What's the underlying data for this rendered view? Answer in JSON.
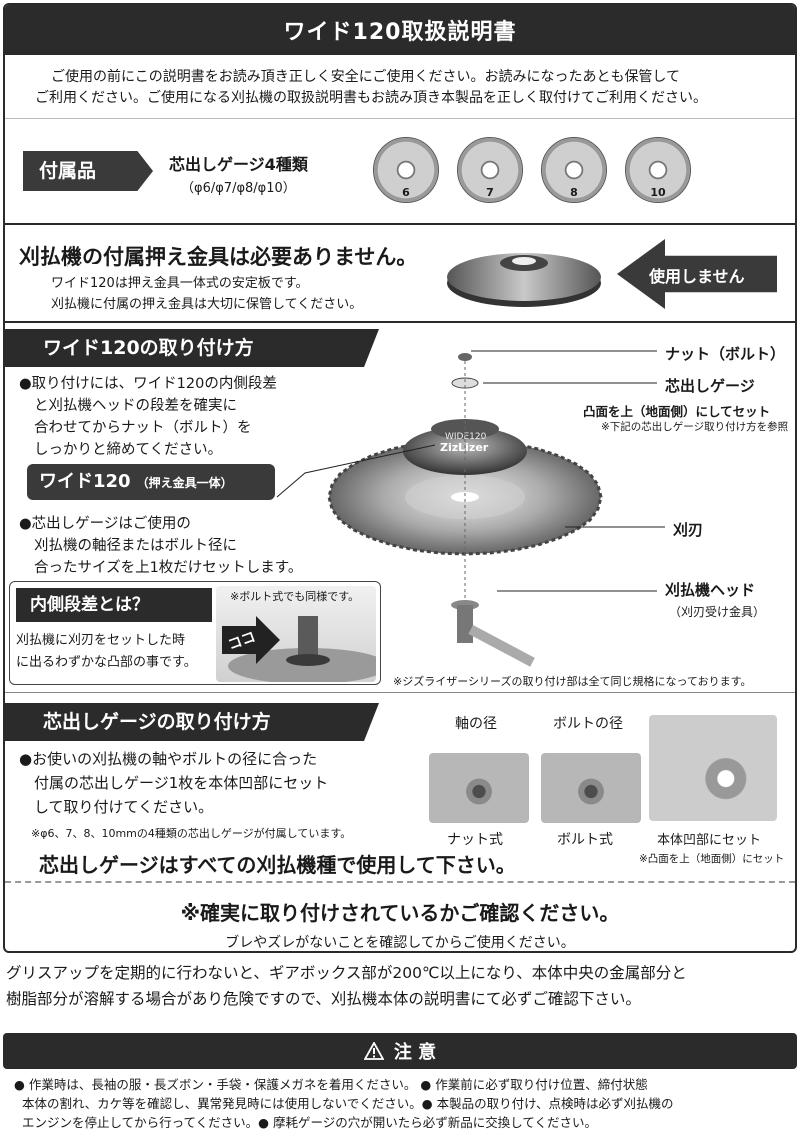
{
  "header": {
    "title": "ワイド120取扱説明書"
  },
  "intro": {
    "line1": "ご使用の前にこの説明書をお読み頂き正しく安全にご使用ください。お読みになったあとも保管して",
    "line2": "ご利用ください。ご使用になる刈払機の取扱説明書もお読み頂き本製品を正しく取付けてご利用ください。"
  },
  "accessories": {
    "tag": "付属品",
    "title": "芯出しゲージ4種類",
    "sizes": "（φ6/φ7/φ8/φ10）",
    "washers": [
      "6",
      "7",
      "8",
      "10"
    ]
  },
  "pressplate": {
    "title": "刈払機の付属押え金具は必要ありません。",
    "line1": "ワイド120は押え金具一体式の安定板です。",
    "line2": "刈払機に付属の押え金具は大切に保管してください。",
    "plate_label": "押え金具",
    "arrow_label": "使用しません"
  },
  "mounting": {
    "banner": "ワイド120の取り付け方",
    "para1": [
      "●取り付けには、ワイド120の内側段差",
      "と刈払機ヘッドの段差を確実に",
      "合わせてからナット（ボルト）を",
      "しっかりと締めてください。"
    ],
    "product_label": "ワイド120",
    "product_sub": "（押え金具一体）",
    "para2": [
      "●芯出しゲージはご使用の",
      "刈払機の軸径またはボルト径に",
      "合ったサイズを上1枚だけセットします。"
    ],
    "inside_title": "内側段差とは？",
    "inside_desc1": "刈払機に刈刃をセットした時",
    "inside_desc2": "に出るわずかな凸部の事です。",
    "inside_note": "※ボルト式でも同様です。",
    "here_tag": "ココ",
    "label_nut": "ナット（ボルト）",
    "label_gauge": "芯出しゲージ",
    "label_gauge_sub": "凸面を上（地面側）にしてセット",
    "label_gauge_note": "※下記の芯出しゲージ取り付け方を参照",
    "label_blade": "刈刃",
    "label_head": "刈払機ヘッド",
    "label_head_sub": "（刈刃受け金具）",
    "hub_text": "ZizLizer",
    "hub_text2": "WIDE120",
    "footnote": "※ジズライザーシリーズの取り付け部は全て同じ規格になっております。"
  },
  "gauge": {
    "banner": "芯出しゲージの取り付け方",
    "para": [
      "●お使いの刈払機の軸やボルトの径に合った",
      "付属の芯出しゲージ1枚を本体凹部にセット",
      "して取り付けてください。"
    ],
    "note": "※φ6、7、8、10mmの4種類の芯出しゲージが付属しています。",
    "photo1_top": "軸の径",
    "photo1_bottom": "ナット式",
    "photo2_top": "ボルトの径",
    "photo2_bottom": "ボルト式",
    "photo3_bottom": "本体凹部にセット",
    "photo3_note": "※凸面を上（地面側）にセット",
    "big": "芯出しゲージはすべての刈払機種で使用して下さい。"
  },
  "confirm": {
    "line1": "※確実に取り付けされているかご確認ください。",
    "line2": "ブレやズレがないことを確認してからご使用ください。"
  },
  "warning": {
    "line1": "グリスアップを定期的に行わないと、ギアボックス部が200℃以上になり、本体中央の金属部分と",
    "line2": "樹脂部分が溶解する場合があり危険ですので、刈払機本体の説明書にて必ずご確認下さい。"
  },
  "caution": {
    "title": "注 意",
    "line1": "● 作業時は、長袖の服・長ズボン・手袋・保護メガネを着用ください。 ● 作業前に必ず取り付け位置、締付状態",
    "line2": "本体の割れ、カケ等を確認し、異常発見時には使用しないでください。● 本製品の取り付け、点検時は必ず刈払機の",
    "line3": "エンジンを停止してから行ってください。● 摩耗ゲージの穴が開いたら必ず新品に交換してください。"
  }
}
